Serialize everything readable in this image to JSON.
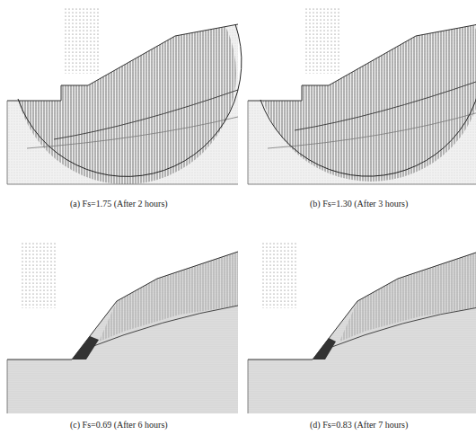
{
  "diagram": {
    "labels": [
      "(a) Fs=1.75 (After 2 hours)",
      "(b) Fs=1.30 (After 3 hours)",
      "(c) Fs=0.69 (After 6 hours)",
      "(d) Fs=0.83 (After 7 hours)"
    ]
  }
}
